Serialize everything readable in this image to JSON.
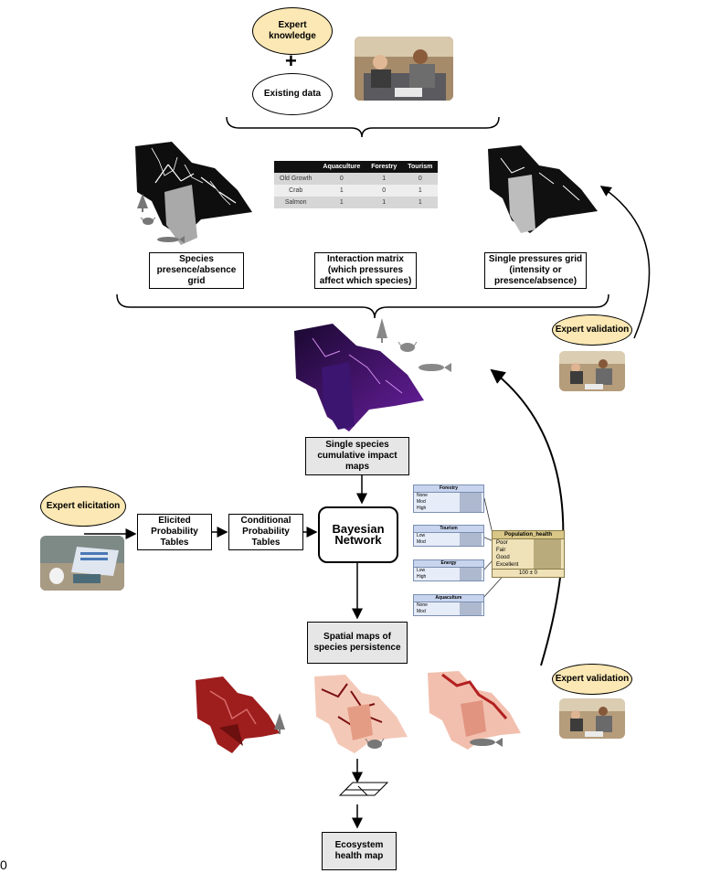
{
  "top": {
    "expert_knowledge": "Expert\nknowledge",
    "plus": "+",
    "existing_data": "Existing data"
  },
  "inputs": {
    "species_grid_label": "Species presence/absence grid",
    "interaction_matrix_label": "Interaction matrix (which pressures affect which species)",
    "pressures_grid_label": "Single pressures grid (intensity or presence/absence)"
  },
  "matrix": {
    "headers": [
      "",
      "Aquaculture",
      "Forestry",
      "Tourism"
    ],
    "rows": [
      {
        "name": "Old Growth",
        "values": [
          "0",
          "1",
          "0"
        ]
      },
      {
        "name": "Crab",
        "values": [
          "1",
          "0",
          "1"
        ]
      },
      {
        "name": "Salmon",
        "values": [
          "1",
          "1",
          "1"
        ]
      }
    ]
  },
  "validation_top": "Expert validation",
  "impact_maps_label": "Single species cumulative impact maps",
  "elicitation": "Expert elicitation",
  "elicited_tables": "Elicited Probability Tables",
  "conditional_tables": "Conditional Probability Tables",
  "bayesian_network": "Bayesian Network",
  "bn_nodes": {
    "forestry": {
      "title": "Forestry",
      "states": [
        "None",
        "Mod",
        "High"
      ]
    },
    "tourism": {
      "title": "Tourism",
      "states": [
        "Low",
        "Mod"
      ]
    },
    "energy": {
      "title": "Energy",
      "states": [
        "Low",
        "High"
      ]
    },
    "aquaculture": {
      "title": "Aquaculture",
      "states": [
        "None",
        "Mod"
      ]
    },
    "population": {
      "title": "Population_health",
      "states": [
        "Poor",
        "Fair",
        "Good",
        "Excellent"
      ],
      "footer": "100 ± 0"
    }
  },
  "spatial_maps_label": "Spatial maps of species persistence",
  "validation_bottom": "Expert validation",
  "ecosystem_map": "Ecosystem health map",
  "page_number": "0",
  "colors": {
    "tan": "#fbe8b4",
    "gray_box": "#e6e6e6",
    "map_red": "#b32020",
    "map_purple": "#6a1fa0"
  }
}
